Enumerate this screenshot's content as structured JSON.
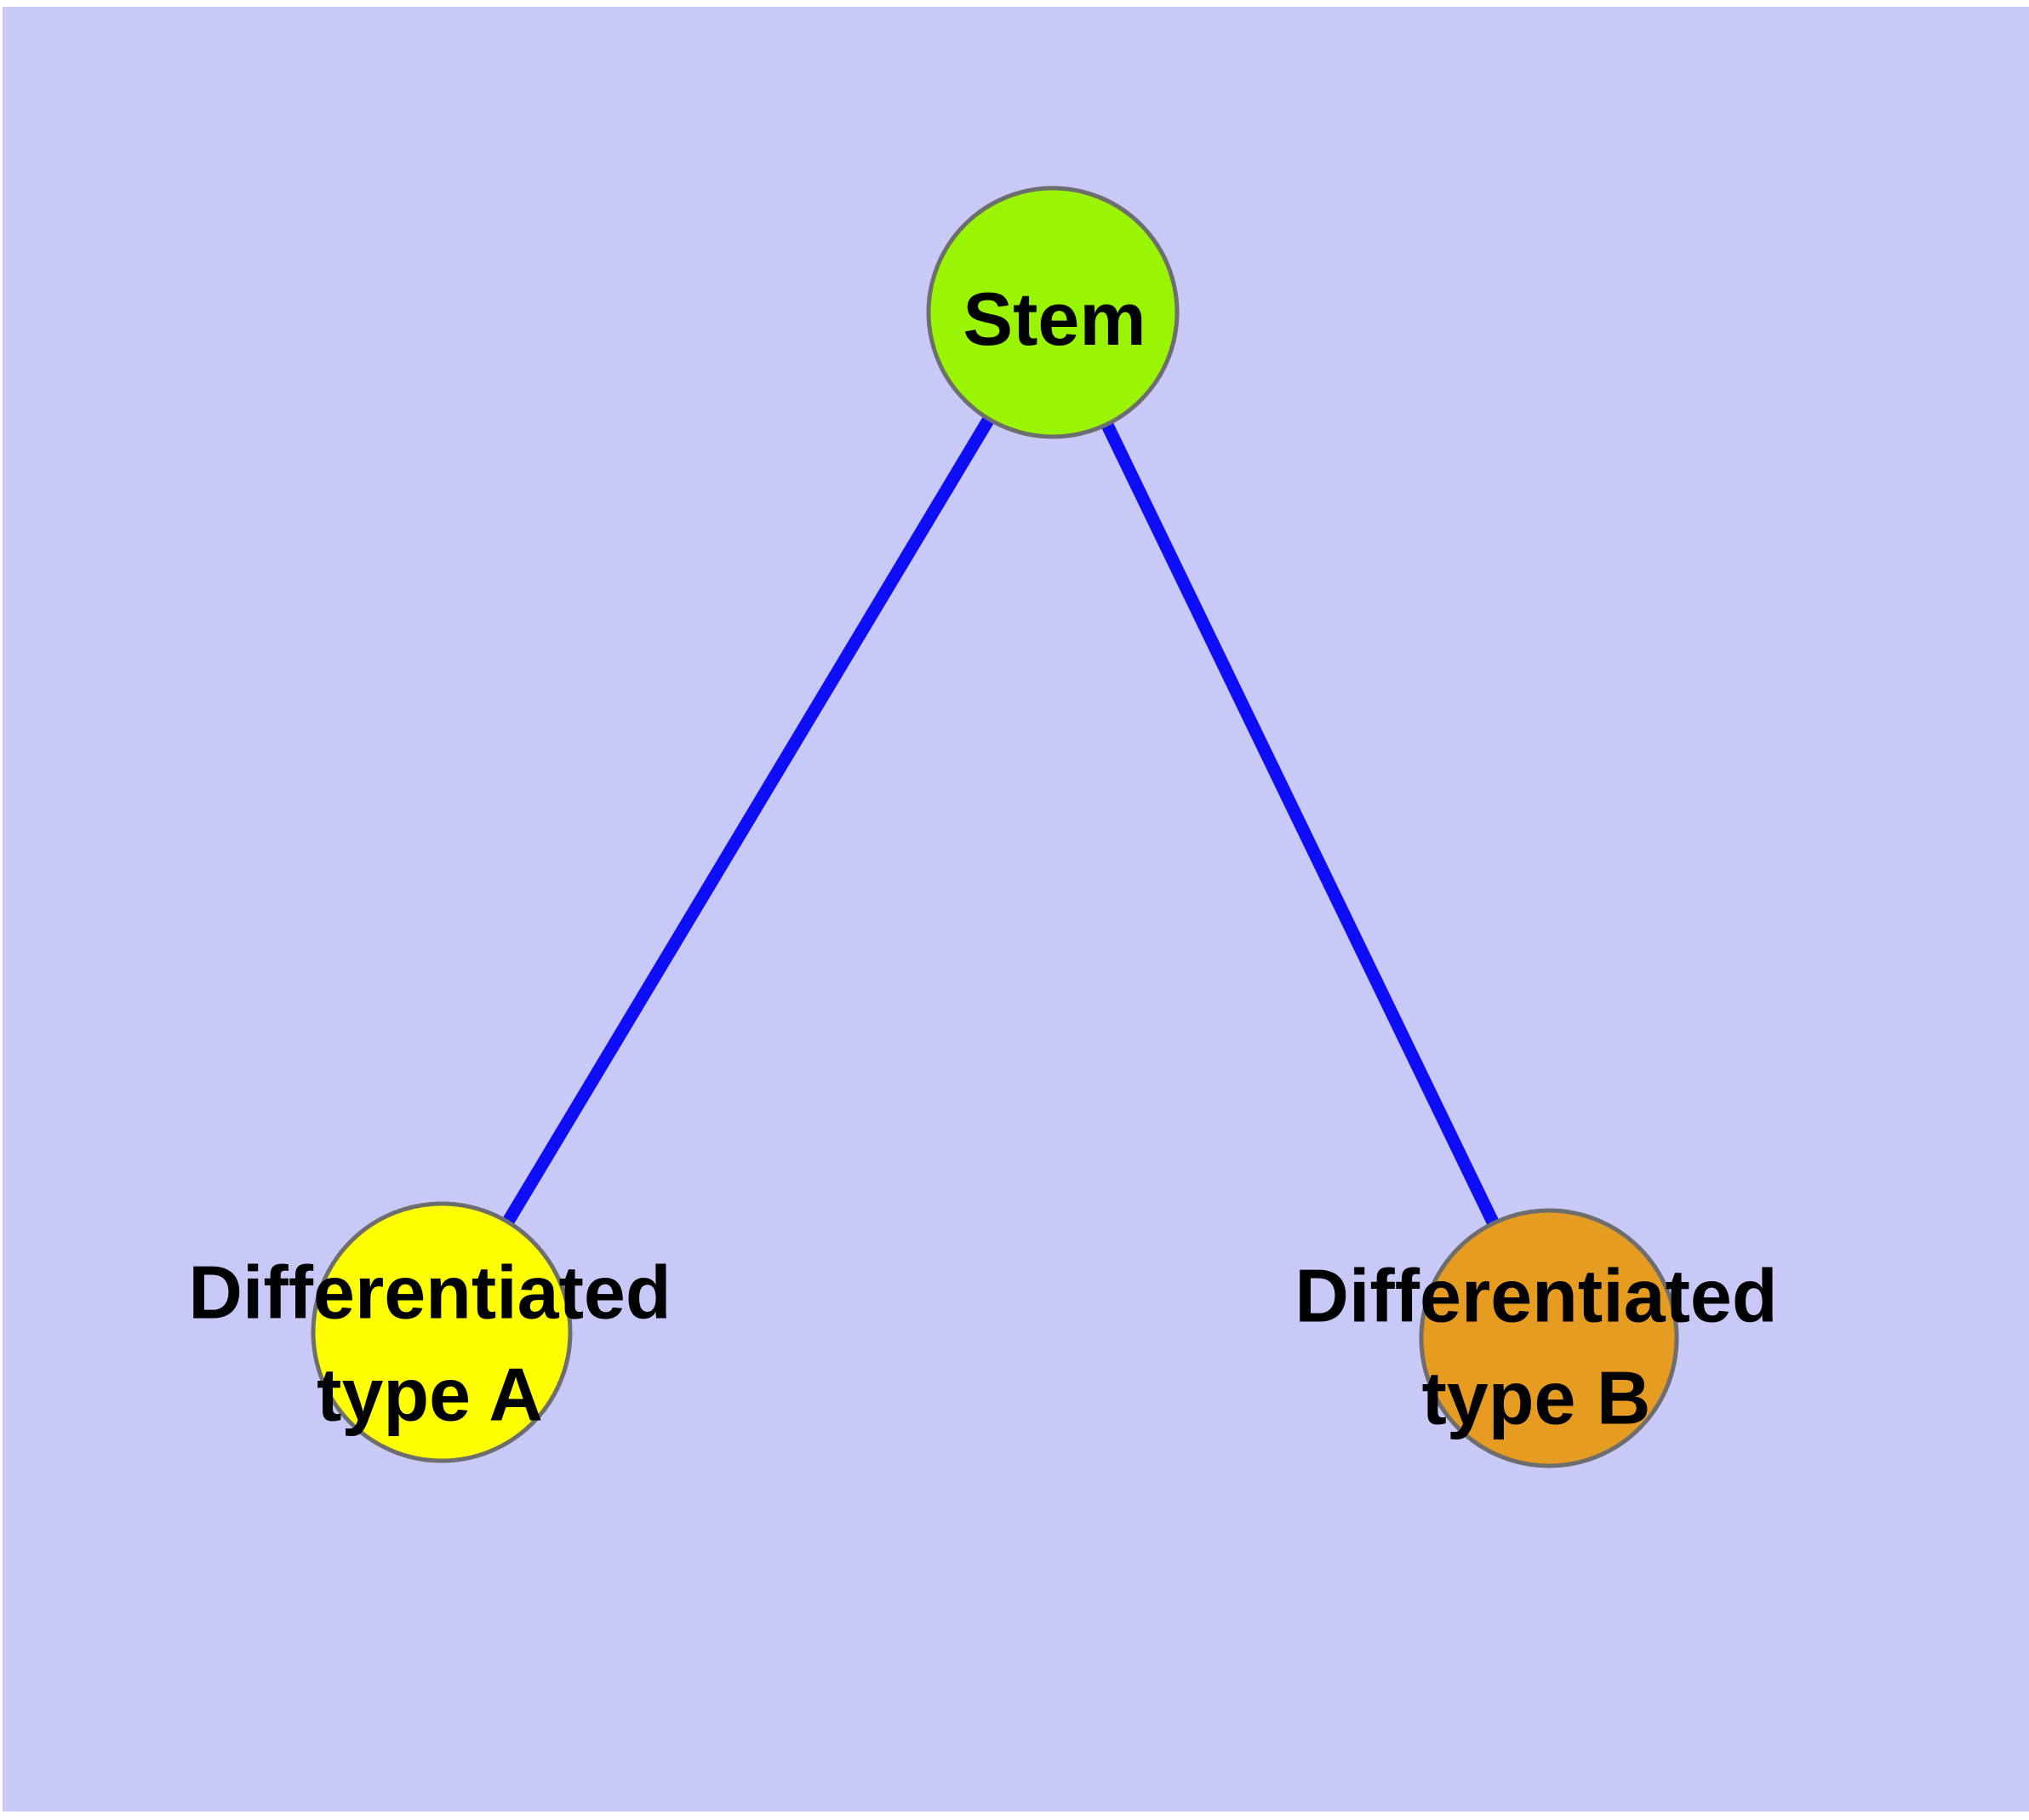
{
  "canvas": {
    "page_color": "#ffffff",
    "background_color": "#c9c9f7"
  },
  "graph": {
    "label_color": "#000000",
    "nodes": {
      "stem": {
        "label": "Stem",
        "fill": "#9af502",
        "border_color": "#6e6e6e"
      },
      "typeA": {
        "label": "Differentiated\ntype A",
        "fill": "#ffff00",
        "border_color": "#6e6e6e"
      },
      "typeB": {
        "label": "Differentiated\ntype B",
        "fill": "#e69c20",
        "border_color": "#6e6e6e"
      }
    },
    "edges": {
      "color": "#0d0df7",
      "list": [
        {
          "from": "Stem",
          "to": "Differentiated type A"
        },
        {
          "from": "Stem",
          "to": "Differentiated type B"
        }
      ]
    }
  }
}
